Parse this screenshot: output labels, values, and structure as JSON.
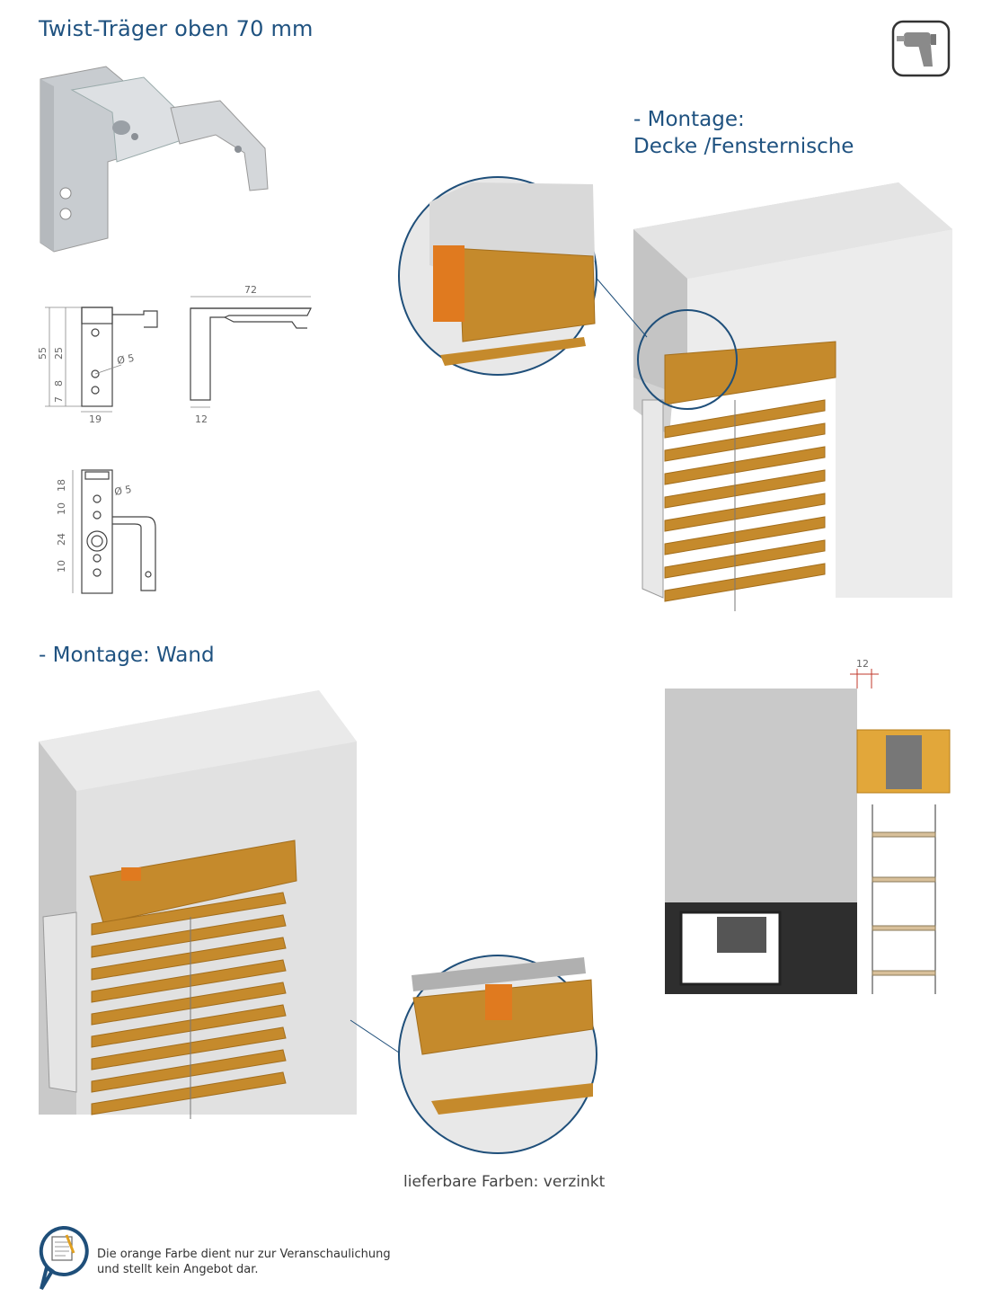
{
  "page": {
    "title": "Twist-Träger oben 70 mm",
    "montage_decke_line1": "- Montage:",
    "montage_decke_line2": "Decke /Fensternische",
    "montage_wand": "- Montage: Wand",
    "colors_text": "lieferbare Farben: verzinkt",
    "note_line1": "Die orange Farbe dient nur zur Veranschaulichung",
    "note_line2": "und stellt kein Angebot dar."
  },
  "dimensions": {
    "side_height": "55",
    "side_upper": "25",
    "side_mid": "8",
    "side_low": "7",
    "side_width": "19",
    "hole_diameter": "Ø 5",
    "top_width": "72",
    "top_depth": "12",
    "front_18": "18",
    "front_10a": "10",
    "front_24": "24",
    "front_10b": "10",
    "front_hole": "Ø 5",
    "gap": "12"
  },
  "icons": {
    "tool": "drill-icon",
    "info": "info-document-icon"
  }
}
